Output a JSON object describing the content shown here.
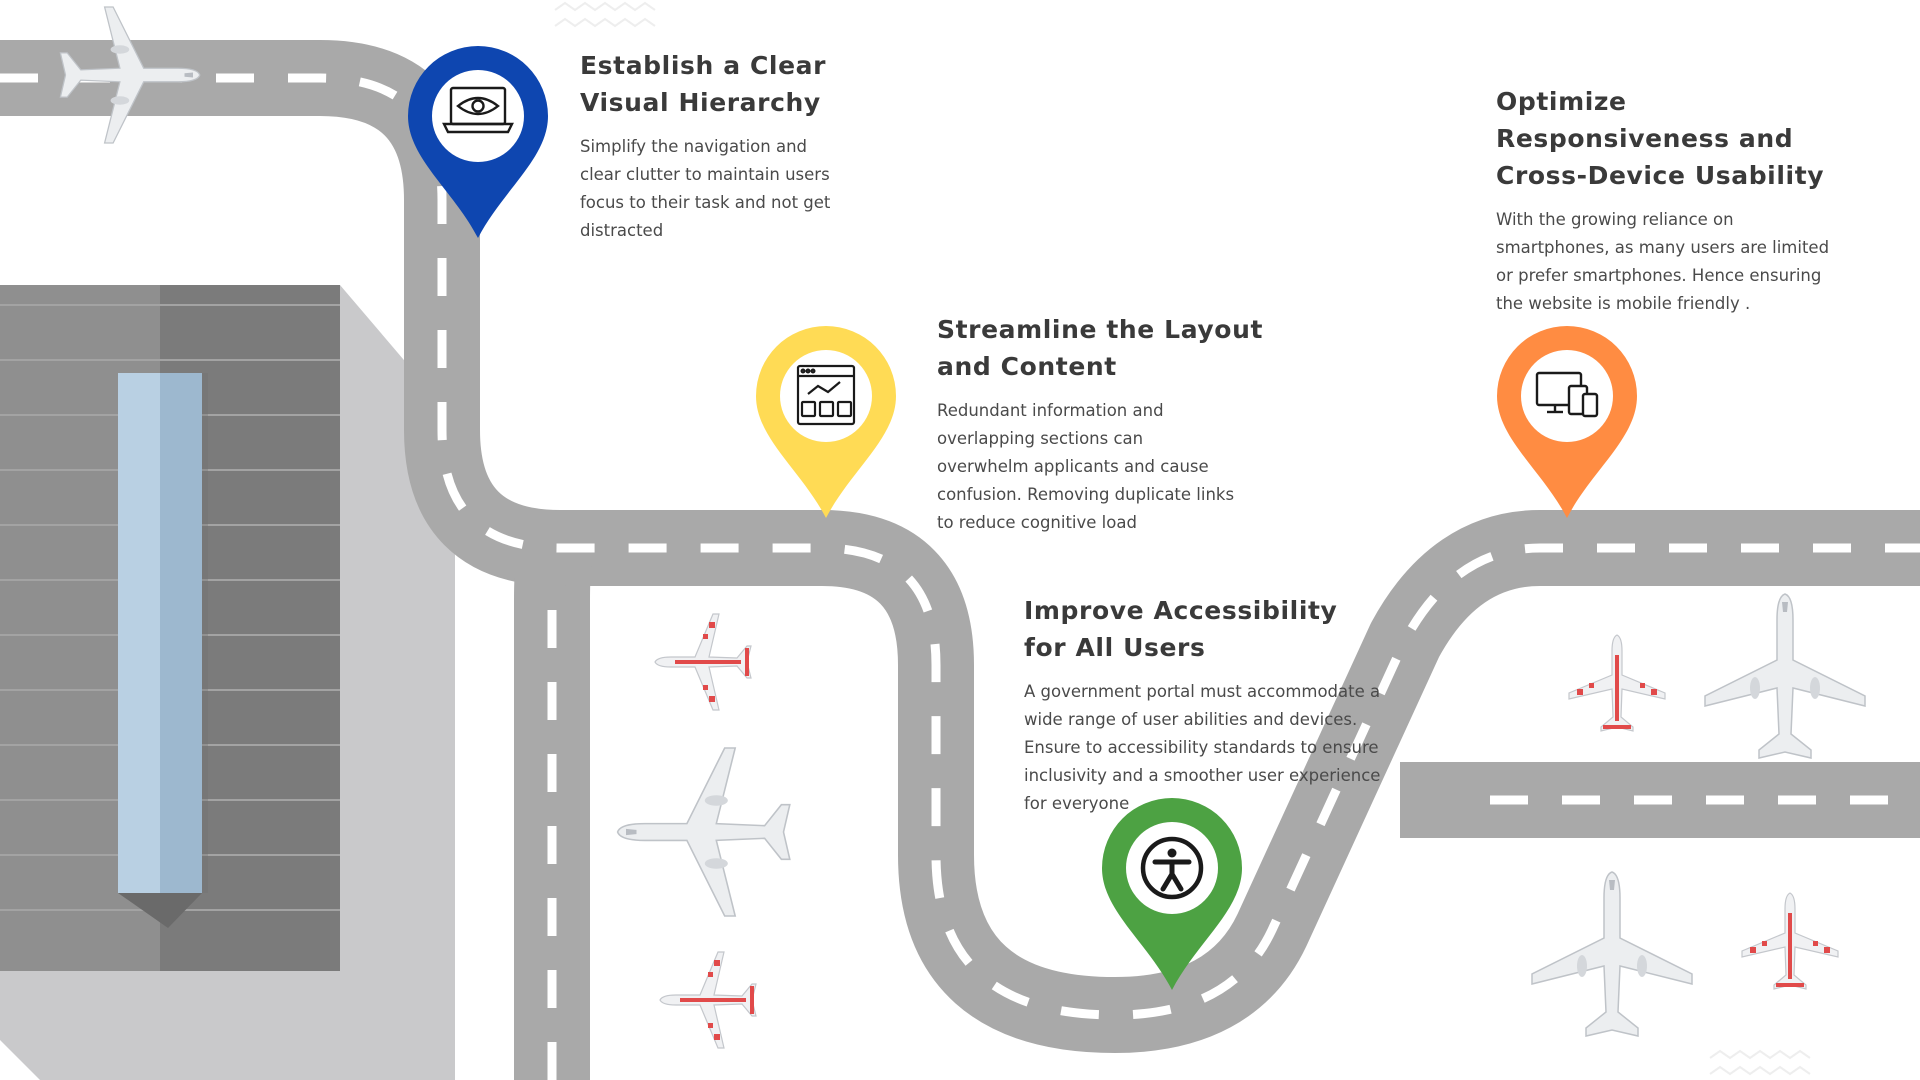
{
  "steps": [
    {
      "title_line1": "Establish a Clear",
      "title_line2": "Visual Hierarchy",
      "description": "Simplify the navigation and clear clutter to maintain users focus to their task and not get distracted",
      "pin_color": "#0e46b0",
      "icon": "eye-laptop-icon"
    },
    {
      "title_line1": "Streamline the Layout",
      "title_line2": "and Content",
      "description": "Redundant information and overlapping sections can overwhelm applicants and cause confusion. Removing duplicate links to reduce cognitive load",
      "pin_color": "#ffdb55",
      "icon": "browser-layout-icon"
    },
    {
      "title_line1": "Improve Accessibility",
      "title_line2": "for All Users",
      "description": "A government portal must accommodate a wide range of user abilities and devices. Ensure to accessibility standards to ensure inclusivity and a smoother user experience for everyone",
      "pin_color": "#4da243",
      "icon": "accessibility-icon"
    },
    {
      "title_line1": "Optimize",
      "title_line2": "Responsiveness and",
      "title_line3": "Cross-Device Usability",
      "description": "With the growing reliance on smartphones, as many users are limited or prefer smartphones. Hence ensuring the website is mobile friendly .",
      "pin_color": "#ff8c42",
      "icon": "devices-icon"
    }
  ],
  "colors": {
    "road": "#a9a9a9",
    "road_marking": "#ffffff",
    "building_light": "#8f8f8f",
    "building_dark": "#7b7b7b",
    "building_shadow": "#c9c9cb",
    "skylight": "#b9d0e3",
    "plane_body": "#eceef0",
    "plane_accent": "#e14a4a"
  }
}
